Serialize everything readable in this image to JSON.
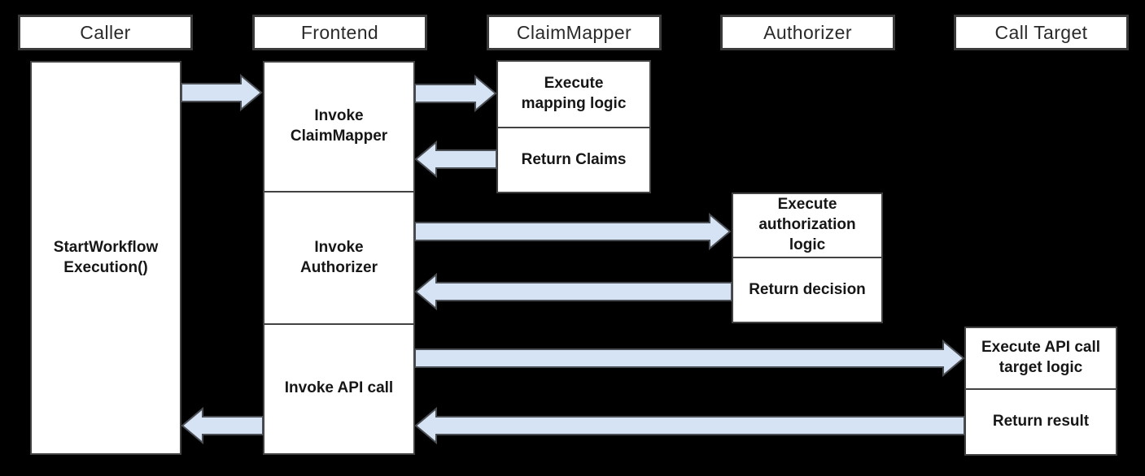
{
  "colors": {
    "background": "#000000",
    "box_fill": "#ffffff",
    "box_border": "#424242",
    "header_border": "#3a3a3a",
    "arrow_fill": "#d5e3f4",
    "arrow_stroke": "#4a4d52",
    "text": "#2a2a2a",
    "text_strong": "#161616"
  },
  "columns": [
    {
      "header": "Caller"
    },
    {
      "header": "Frontend"
    },
    {
      "header": "ClaimMapper"
    },
    {
      "header": "Authorizer"
    },
    {
      "header": "Call Target"
    }
  ],
  "caller": {
    "activation_label": "StartWorkflow\nExecution()"
  },
  "frontend": {
    "steps": [
      "Invoke\nClaimMapper",
      "Invoke\nAuthorizer",
      "Invoke API call"
    ]
  },
  "claim_mapper": {
    "steps": [
      "Execute\nmapping logic",
      "Return Claims"
    ]
  },
  "authorizer": {
    "steps": [
      "Execute\nauthorization\nlogic",
      "Return decision"
    ]
  },
  "call_target": {
    "steps": [
      "Execute API call\ntarget logic",
      "Return result"
    ]
  },
  "messages": [
    {
      "from": "Caller",
      "to": "Frontend"
    },
    {
      "from": "Frontend",
      "to": "ClaimMapper"
    },
    {
      "from": "ClaimMapper",
      "to": "Frontend"
    },
    {
      "from": "Frontend",
      "to": "Authorizer"
    },
    {
      "from": "Authorizer",
      "to": "Frontend"
    },
    {
      "from": "Frontend",
      "to": "Call Target"
    },
    {
      "from": "Call Target",
      "to": "Frontend"
    },
    {
      "from": "Frontend",
      "to": "Caller"
    }
  ]
}
